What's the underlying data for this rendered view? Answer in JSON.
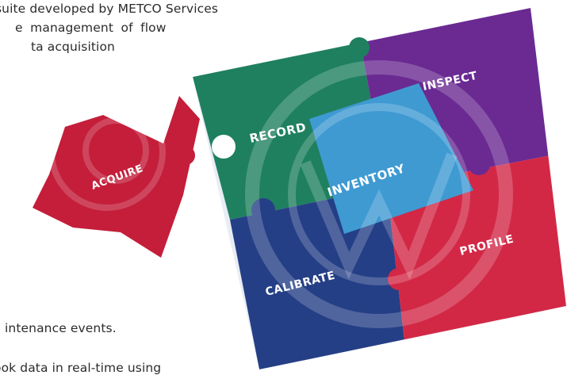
{
  "text": {
    "line_1": "suite developed by METCO Services",
    "line_2": "e management of flow",
    "line_3": "ta acquisition",
    "line_4": "intenance events.",
    "line_5": "ook data in real-time using"
  },
  "puzzle": {
    "pieces": {
      "acquire": "ACQUIRE",
      "record": "RECORD",
      "inspect": "INSPECT",
      "inventory": "INVENTORY",
      "calibrate": "CALIBRATE",
      "profile": "PROFILE"
    },
    "colors": {
      "red": "#c41e3a",
      "green": "#1f8060",
      "purple": "#6a2a92",
      "blue_center": "#3f9ad2",
      "navy": "#253f86",
      "crimson": "#d22846",
      "outline": "#e8edf4"
    }
  }
}
